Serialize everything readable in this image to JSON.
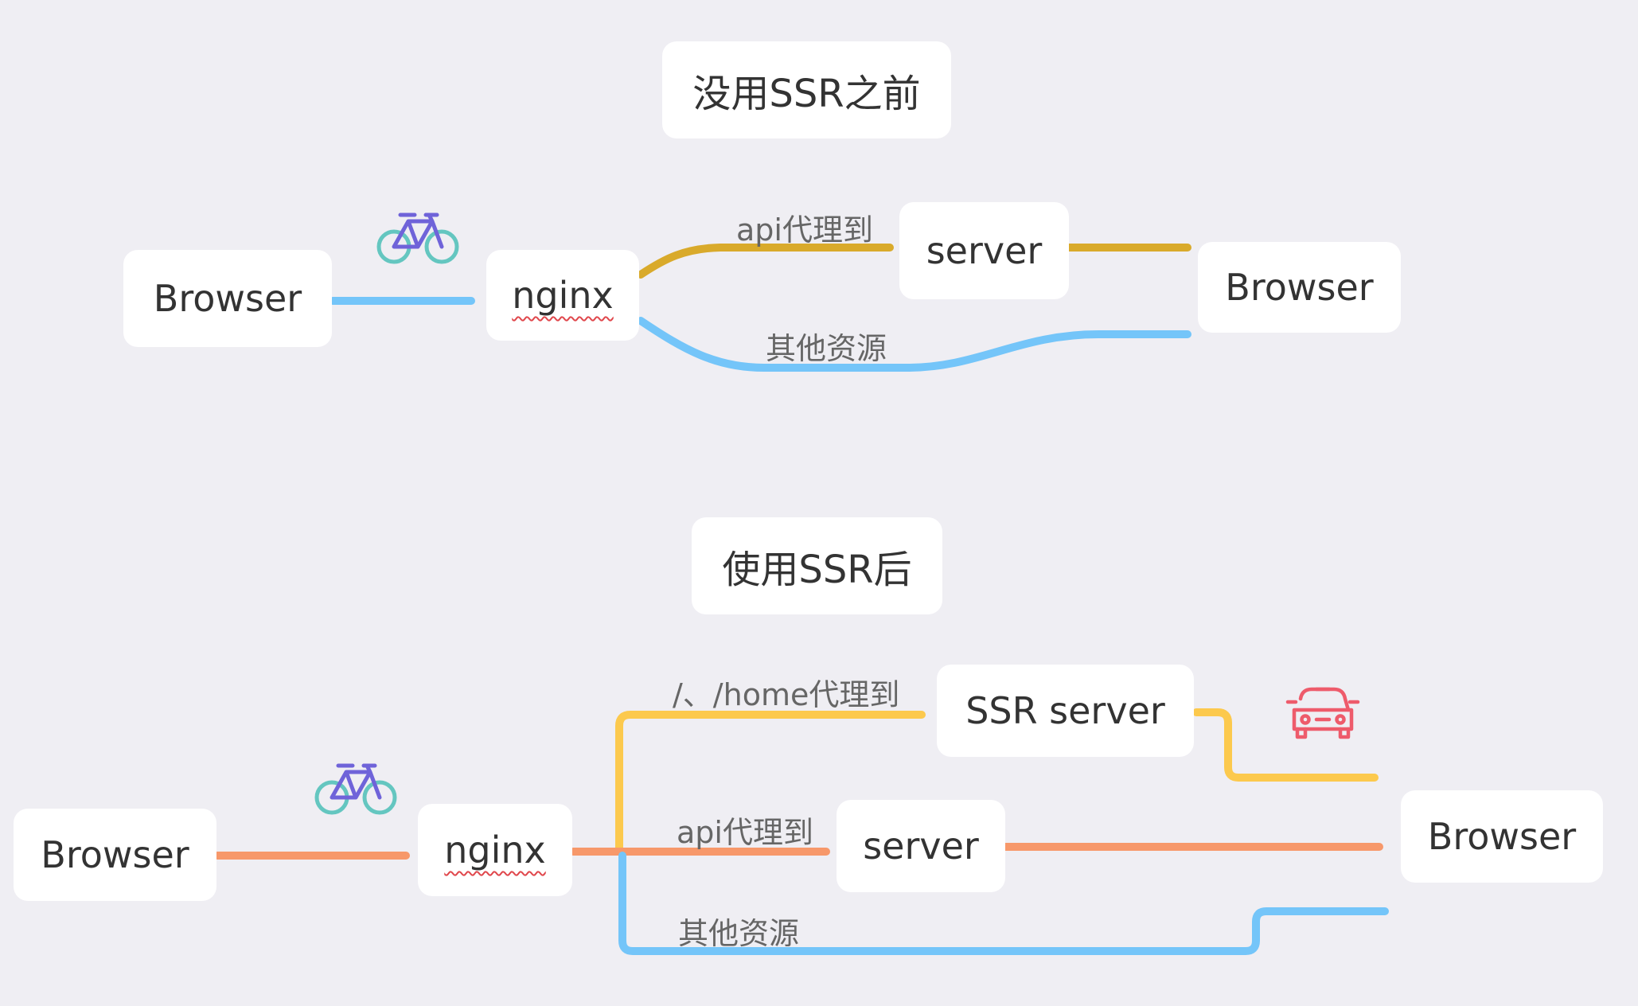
{
  "colors": {
    "background": "#efeef3",
    "node_fill": "#ffffff",
    "node_text": "#333333",
    "label_text": "#666666",
    "gold_line": "#d9aa2b",
    "blue_line": "#74c5f9",
    "orange_line": "#f7986a",
    "yellow_line": "#fcc94d",
    "bike_frame": "#6f63d9",
    "bike_wheels": "#64c6c0",
    "car": "#ee5b6b",
    "spell_underline": "#e0474c"
  },
  "before": {
    "title": "没用SSR之前",
    "nodes": {
      "browser_left": "Browser",
      "nginx": "nginx",
      "server": "server",
      "browser_right": "Browser"
    },
    "labels": {
      "api": "api代理到",
      "other": "其他资源"
    },
    "icons": [
      "bicycle-icon"
    ]
  },
  "after": {
    "title": "使用SSR后",
    "nodes": {
      "browser_left": "Browser",
      "nginx": "nginx",
      "ssr_server": "SSR server",
      "server": "server",
      "browser_right": "Browser"
    },
    "labels": {
      "home": "/、/home代理到",
      "api": "api代理到",
      "other": "其他资源"
    },
    "icons": [
      "bicycle-icon",
      "car-icon"
    ]
  }
}
